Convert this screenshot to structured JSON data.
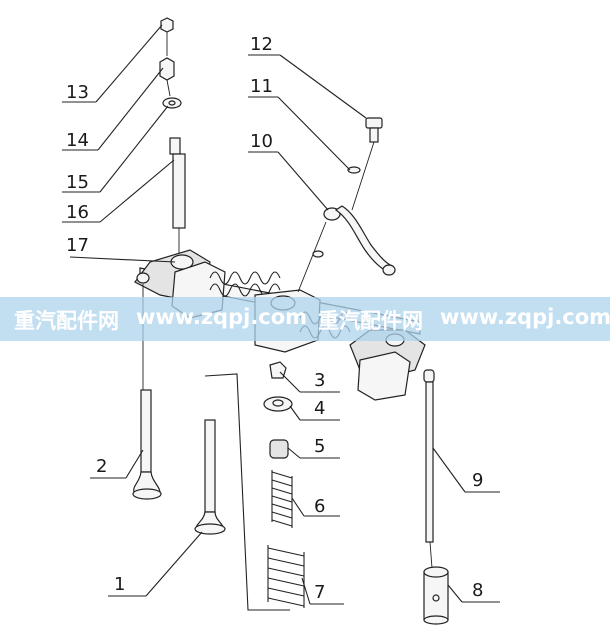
{
  "watermark": {
    "cn_left": "重汽配件网",
    "url_left": "www.zqpj.com",
    "cn_right": "重汽配件网",
    "url_right": "www.zqpj.com",
    "band_color": "#add3ec"
  },
  "callouts": {
    "c1": "1",
    "c2": "2",
    "c3": "3",
    "c4": "4",
    "c5": "5",
    "c6": "6",
    "c7": "7",
    "c8": "8",
    "c9": "9",
    "c10": "10",
    "c11": "11",
    "c12": "12",
    "c13": "13",
    "c14": "14",
    "c15": "15",
    "c16": "16",
    "c17": "17"
  }
}
